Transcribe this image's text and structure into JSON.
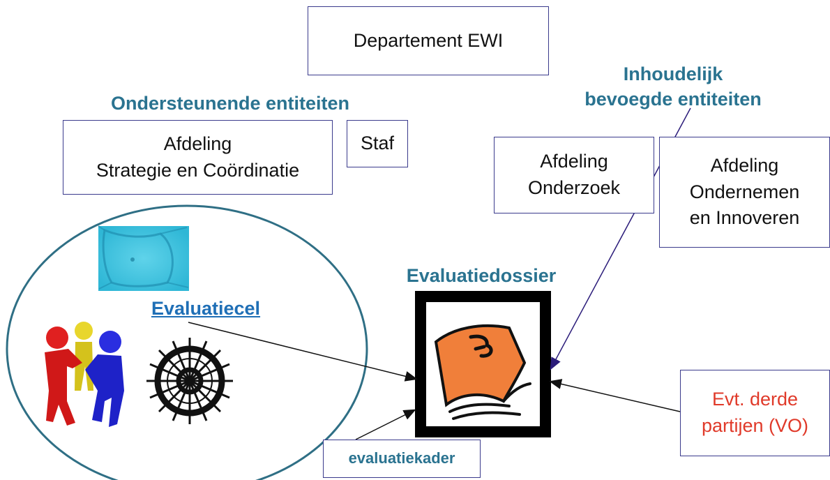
{
  "boxes": {
    "departement": "Departement EWI",
    "afdeling_strategie": {
      "line1": "Afdeling",
      "line2": "Strategie en Coördinatie"
    },
    "staf": "Staf",
    "afdeling_onderzoek": {
      "line1": "Afdeling",
      "line2": "Onderzoek"
    },
    "afdeling_ondernemen": {
      "line1": "Afdeling",
      "line2": "Ondernemen",
      "line3": "en Innoveren"
    },
    "derde_partijen": {
      "line1": "Evt. derde",
      "line2": "partijen (VO)"
    },
    "evaluatiekader": "evaluatiekader"
  },
  "headings": {
    "ondersteunende": "Ondersteunende entiteiten",
    "inhoudelijk": {
      "line1": "Inhoudelijk",
      "line2": "bevoegde entiteiten"
    },
    "evaluatiedossier": "Evaluatiedossier",
    "evaluatiecel": "Evaluatiecel"
  },
  "colors": {
    "heading_teal": "#2a7390",
    "link_blue": "#1f6fb6",
    "box_border": "#3a3a8c",
    "ellipse": "#2f6f85",
    "derde_red": "#e03a2a",
    "dossier_orange": "#f07f3a"
  },
  "icons": [
    "cell-image",
    "team-people-icon",
    "ship-wheel-icon",
    "dossier-book-icon"
  ]
}
